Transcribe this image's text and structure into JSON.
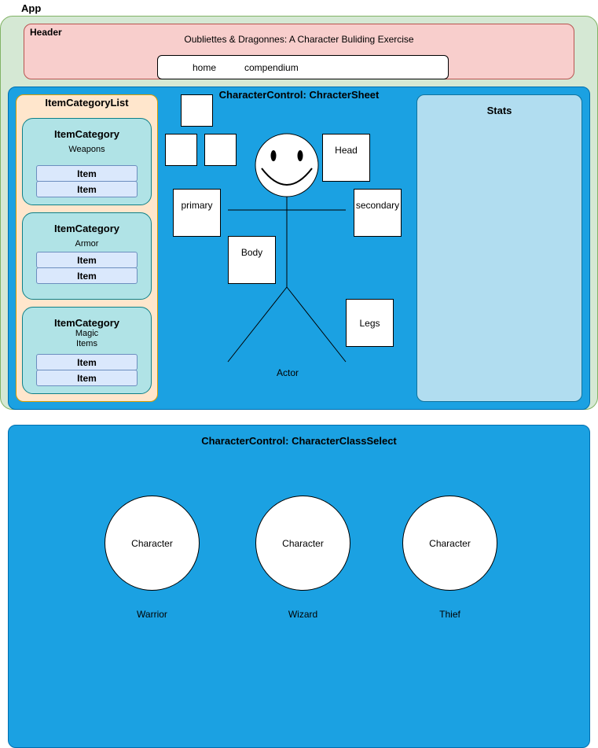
{
  "app": {
    "label": "App"
  },
  "header": {
    "label": "Header",
    "title": "Oubliettes & Dragonnes: A Character Buliding Exercise",
    "nav": {
      "home": "home",
      "compendium": "compendium"
    }
  },
  "character_sheet": {
    "label": "CharacterControl: ChracterSheet",
    "item_category_list": {
      "label": "ItemCategoryList",
      "categories": [
        {
          "title": "ItemCategory",
          "name_lines": [
            "Weapons"
          ],
          "items": [
            "Item",
            "Item"
          ]
        },
        {
          "title": "ItemCategory",
          "name_lines": [
            "Armor"
          ],
          "items": [
            "Item",
            "Item"
          ]
        },
        {
          "title": "ItemCategory",
          "name_lines": [
            "Magic",
            "Items"
          ],
          "items": [
            "Item",
            "Item"
          ]
        }
      ]
    },
    "slots": {
      "head": "Head",
      "primary": "primary",
      "secondary": "secondary",
      "body": "Body",
      "legs": "Legs"
    },
    "actor_label": "Actor",
    "stats": {
      "label": "Stats"
    }
  },
  "class_select": {
    "label": "CharacterControl: CharacterClassSelect",
    "characters": [
      {
        "circle_label": "Character",
        "class_name": "Warrior"
      },
      {
        "circle_label": "Character",
        "class_name": "Wizard"
      },
      {
        "circle_label": "Character",
        "class_name": "Thief"
      }
    ]
  }
}
